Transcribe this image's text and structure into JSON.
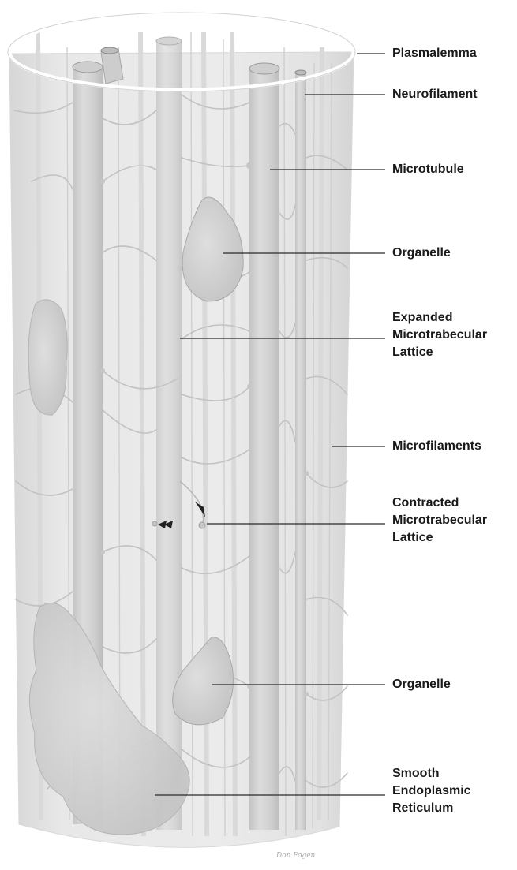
{
  "labels": {
    "plasmalemma": "Plasmalemma",
    "neurofilament": "Neurofilament",
    "microtubule": "Microtubule",
    "organelle_top": "Organelle",
    "expanded_lattice": "Expanded\nMicrotrabecular\nLattice",
    "microfilaments": "Microfilaments",
    "contracted_lattice": "Contracted\nMicrotrabecular\nLattice",
    "organelle_bottom": "Organelle",
    "ser": "Smooth\nEndoplasmic\nReticulum"
  },
  "signature": "Don Fogen",
  "colors": {
    "background": "#ffffff",
    "cylinder": "#e4e4e4",
    "structure": "#d2d2d2",
    "structure_edge": "#b8b8b8",
    "leader": "#2a2a2a",
    "text": "#1a1a1a",
    "arrowhead": "#222222"
  }
}
